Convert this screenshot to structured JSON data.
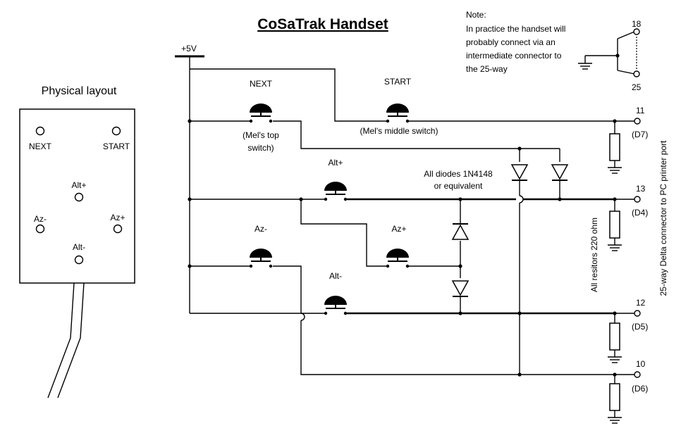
{
  "title": "CoSaTrak Handset",
  "note": {
    "lines": [
      "Note:",
      "In practice the handset will",
      "probably connect via an",
      "intermediate connector to",
      "the 25-way"
    ],
    "pins": [
      "18",
      "25"
    ]
  },
  "supply_label": "+5V",
  "physical_layout": {
    "heading": "Physical layout",
    "buttons": {
      "next": "NEXT",
      "start": "START",
      "alt_plus": "Alt+",
      "az_minus": "Az-",
      "az_plus": "Az+",
      "alt_minus": "Alt-"
    }
  },
  "switches": {
    "next": "NEXT",
    "next_note_1": "(Mel's top",
    "next_note_2": "switch)",
    "start": "START",
    "start_note": "(Mel's middle switch)",
    "alt_plus": "Alt+",
    "az_minus": "Az-",
    "az_plus": "Az+",
    "alt_minus": "Alt-"
  },
  "diodes_note_1": "All diodes 1N4148",
  "diodes_note_2": "or equivalent",
  "resistors_note": "All resitors 220 ohm",
  "connector_label": "25-way Delta connector to PC printer port",
  "outputs": [
    {
      "pin": "11",
      "signal": "(D7)"
    },
    {
      "pin": "13",
      "signal": "(D4)"
    },
    {
      "pin": "12",
      "signal": "(D5)"
    },
    {
      "pin": "10",
      "signal": "(D6)"
    }
  ]
}
